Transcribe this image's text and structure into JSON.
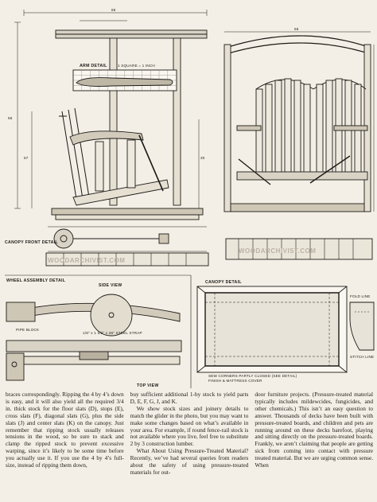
{
  "labels": {
    "arm_detail": "ARM DETAIL",
    "arm_scale": "1 SQUARE = 1 INCH",
    "canopy_front": "CANOPY FRONT DETAIL",
    "wheel_assembly": "WHEEL ASSEMBLY DETAIL",
    "side_view": "SIDE VIEW",
    "top_view": "TOP VIEW",
    "pipe_block": "PIPE BLOCK",
    "steel_strap": "1/8\" x 1 1/2\" x 26\" STEEL STRAP",
    "canopy_detail": "CANOPY DETAIL",
    "fold_line": "FOLD LINE",
    "stitch_line": "STITCH LINE",
    "sew_note": "SEW CORNERS PARTLY CLOSED (SEE DETAIL)",
    "sew_note2": "FINISH & MATTRESS COVER",
    "dim_56": "56",
    "dim_57": "57",
    "dim_86": "86",
    "dim_66": "66",
    "dim_30": "30"
  },
  "watermark": "WOODARCHIVIST.COM",
  "columns": [
    [
      "braces correspondingly. Ripping the 4 by 4’s down is easy, and it will also yield all the required 3/4 in. thick stock for the floor slats (D), stops (E), cross slats (F), diagonal slats (G), plus the side slats (J) and center slats (K) on the canopy. Just remember that ripping stock usually releases tensions in the wood, so be sure to stack and clamp the ripped stock to prevent excessive warping, since it’s likely to be some time before you actually use it. If you use the 4 by 4’s full-size, instead of ripping them down,"
    ],
    [
      "buy sufficient additional 1-by stock to yield parts D, E, F, G, J, and K.",
      "We show stock sizes and joinery details to match the glider in the photo, but you may want to make some changes based on what’s available in your area. For example, if round fence-rail stock is not available where you live, feel free to substitute 2 by 3 construction lumber.",
      "What About Using Pressure-Treated Material? Recently, we’ve had several queries from readers about the safety of using pressure-treated materials for out-"
    ],
    [
      "door furniture projects. (Pressure-treated material typically includes mildewcides, fungicides, and other chemicals.) This isn’t an easy question to answer. Thousands of decks have been built with pressure-treated boards, and children and pets are running around on these decks barefoot, playing and sitting directly on the pressure-treated boards. Frankly, we aren’t claiming that people are getting sick from coming into contact with pressure treated material. But we are urging common sense. When"
    ]
  ]
}
